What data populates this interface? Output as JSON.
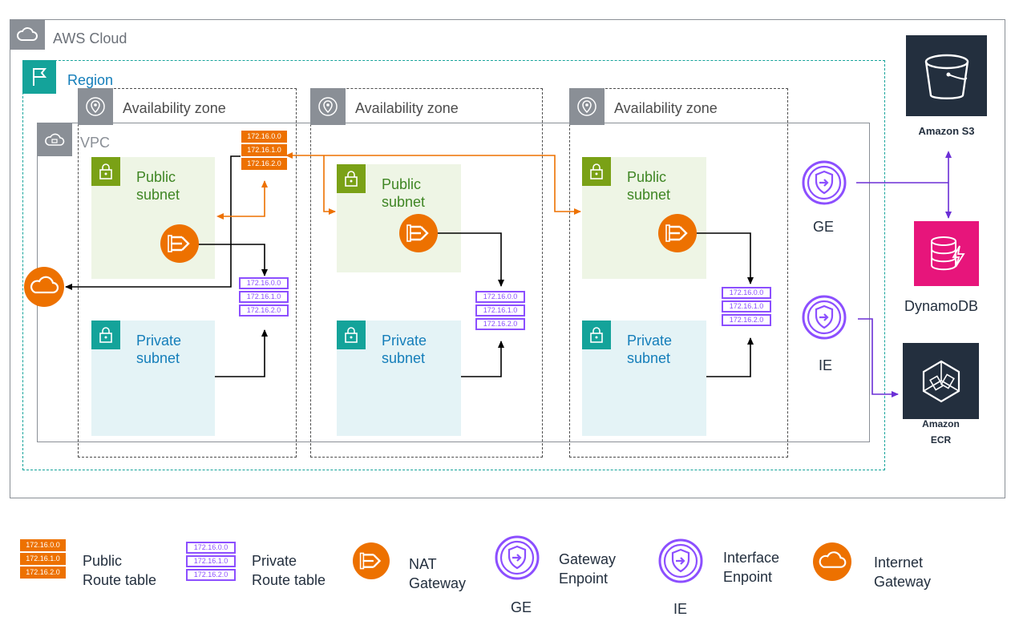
{
  "cloud": {
    "label": "AWS Cloud"
  },
  "region": {
    "label": "Region"
  },
  "vpc": {
    "label": "VPC"
  },
  "zones": [
    {
      "label": "Availability zone"
    },
    {
      "label": "Availability zone"
    },
    {
      "label": "Availability zone"
    }
  ],
  "subnets": {
    "public_line1": "Public",
    "public_line2": "subnet",
    "private_line1": "Private",
    "private_line2": "subnet"
  },
  "route_entries": [
    "172.16.0.0",
    "172.16.1.0",
    "172.16.2.0"
  ],
  "services": {
    "s3": "Amazon S3",
    "dynamodb": "DynamoDB",
    "ecr_line1": "Amazon",
    "ecr_line2": "ECR",
    "ge": "GE",
    "ie": "IE"
  },
  "legend": {
    "public_rt_line1": "Public",
    "public_rt_line2": "Route table",
    "private_rt_line1": "Private",
    "private_rt_line2": "Route table",
    "nat_line1": "NAT",
    "nat_line2": "Gateway",
    "ge_line1": "Gateway",
    "ge_line2": "Enpoint",
    "ge_abbr": "GE",
    "ie_line1": "Interface",
    "ie_line2": "Enpoint",
    "ie_abbr": "IE",
    "igw_line1": "Internet",
    "igw_line2": "Gateway"
  },
  "colors": {
    "orange": "#ed7100",
    "purple": "#8c4fff",
    "green": "#7aa116",
    "teal": "#14a39a",
    "pink": "#e7157b",
    "dark": "#232f3e"
  }
}
